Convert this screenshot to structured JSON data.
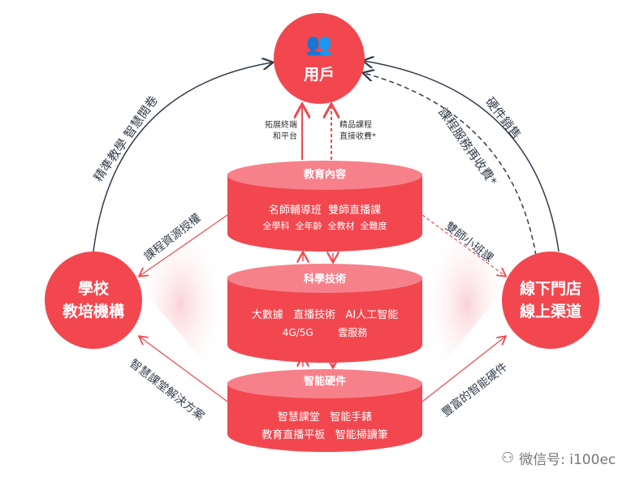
{
  "user": {
    "label": "用戶",
    "icon": "people-group-icon"
  },
  "school": {
    "line1": "學校",
    "line2": "教培機構"
  },
  "store": {
    "line1": "線下門店",
    "line2": "線上渠道"
  },
  "layers": [
    {
      "title": "教育內容",
      "lines": [
        "名師輔導班  雙師直播課",
        "全學科  全年齡  全教材  全難度"
      ]
    },
    {
      "title": "科學技術",
      "lines": [
        "大數據   直播技術   AI人工智能",
        "4G/5G        雲服務"
      ]
    },
    {
      "title": "智能硬件",
      "lines": [
        "智慧課堂   智能手錶",
        "教育直播平板   智能掃讀筆"
      ]
    }
  ],
  "arrows": {
    "left_up": [
      "拓展終端",
      "和平台"
    ],
    "right_up": [
      "精品課程",
      "直接收費*"
    ],
    "arc_left": "精準教學   智慧閱卷",
    "arc_right_outer": "硬件銷售",
    "arc_right_inner": "課程服務再收費*",
    "content_to_school": "課程資源授權",
    "content_to_store": "雙師小班課",
    "hardware_to_school": "智慧課堂解決方案",
    "hardware_to_store": "豐富的智能硬件"
  },
  "watermark": "微信号: i100ec",
  "colors": {
    "red": "#f2474f",
    "light_red": "#f7818a",
    "navy": "#333c4a"
  }
}
